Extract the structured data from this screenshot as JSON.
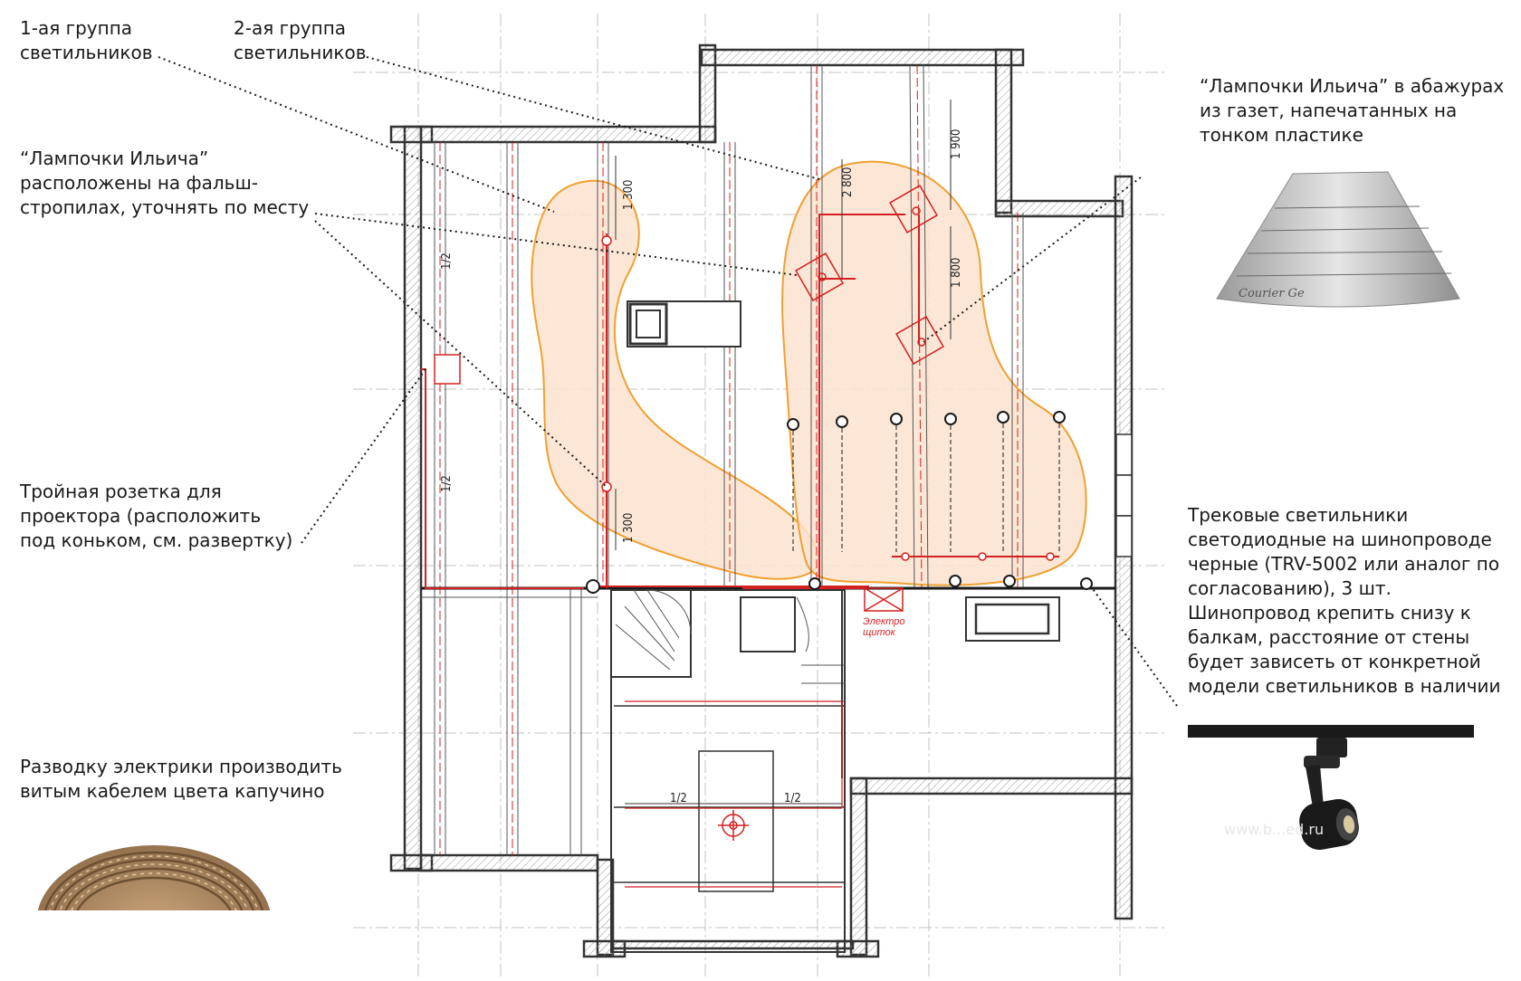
{
  "notes": {
    "group1": [
      "1-ая группа",
      "светильников"
    ],
    "group2": [
      "2-ая группа",
      "светильников"
    ],
    "ilyich_rafters": [
      "“Лампочки Ильича”",
      "расположены на фальш-",
      "стропилах, уточнять по месту"
    ],
    "ilyich_shades": [
      "“Лампочки Ильича” в абажурах",
      "из газет, напечатанных на",
      "тонком пластике"
    ],
    "socket": [
      "Тройная розетка для",
      "проектора (расположить",
      "под коньком, см. развертку)"
    ],
    "track": [
      "Трековые светильники",
      "светодиодные на шинопроводе",
      "черные (TRV-5002 или аналог по",
      "согласованию), 3 шт.",
      "Шинопровод крепить снизу к",
      "балкам, расстояние от стены",
      "будет зависеть от конкретной",
      "модели светильников в наличии"
    ],
    "wiring": [
      "Разводку электрики производить",
      "витым кабелем цвета капучино"
    ]
  },
  "dimensions": {
    "d1300_top": "1 300",
    "d1300_bottom": "1 300",
    "d2800": "2 800",
    "d1900": "1 900",
    "d1800": "1 800",
    "half_a": "1/2",
    "half_b": "1/2",
    "half_c": "1/2",
    "half_d": "1/2"
  },
  "labels": {
    "panel_line1": "Электро",
    "panel_line2": "щиток",
    "newspaper_text": "Courier Ge",
    "watermark": "www.b...ed.ru"
  },
  "colors": {
    "wall": "#333333",
    "wiring": "#d42020",
    "zone_fill": "#fbe3cf",
    "zone_stroke": "#f0a030",
    "grid": "#bdbdbd",
    "leader": "#1a1a1a"
  },
  "icons": [
    "ceiling-lamp-icon",
    "track-light-icon",
    "spot-light-icon",
    "twisted-cable-icon",
    "lamp-shade-icon"
  ]
}
